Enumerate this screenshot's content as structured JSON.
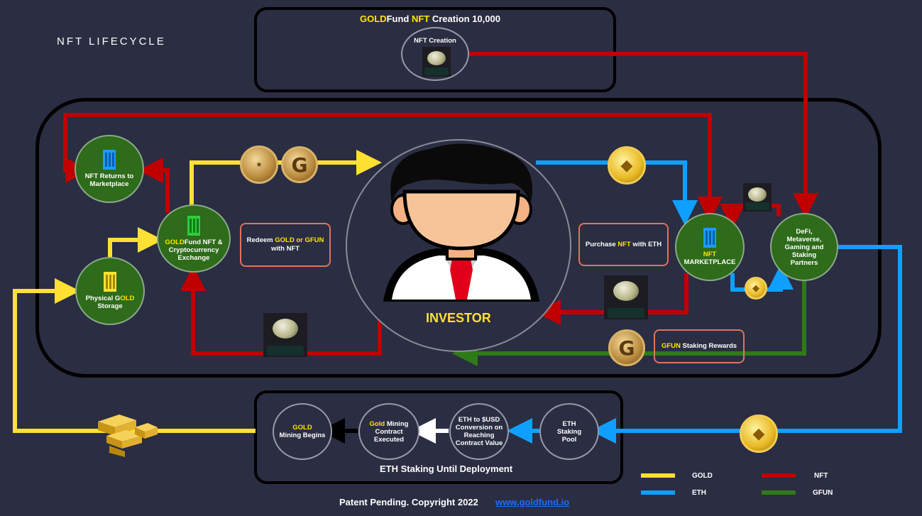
{
  "page_title": "NFT LIFECYCLE",
  "top_box": {
    "title_part1": "GOLD",
    "title_part2": "Fund ",
    "title_part3": "NFT",
    "title_part4": " Creation 10,000",
    "creation_label": "NFT Creation"
  },
  "nodes": {
    "returns": "NFT Returns to Marketplace",
    "exchange_a": "GOLD",
    "exchange_b": "Fund NFT & Cryptocurrency Exchange",
    "storage_a": "Physical G",
    "storage_b": "OLD",
    "storage_c": " Storage",
    "investor": "INVESTOR",
    "market_a": "NFT",
    "market_b": "MARKETPLACE",
    "defi": "DeFi, Metaverse, Gaming and Staking Partners",
    "eth_pool": "ETH Staking Pool",
    "eth_usd": "ETH to $USD Conversion on Reaching Contract Value",
    "contract_a": "Gold",
    "contract_b": " Mining Contract Executed",
    "mining_a": "GOLD",
    "mining_b": "Mining Begins"
  },
  "labels": {
    "redeem_a": "Redeem ",
    "redeem_b": "GOLD or GFUN",
    "redeem_c": " with NFT",
    "purchase_a": "Purchase ",
    "purchase_b": "NFT",
    "purchase_c": " with ETH",
    "staking_a": "GFUN",
    "staking_b": " Staking Rewards"
  },
  "bottom_box_title": "ETH Staking Until Deployment",
  "footer": {
    "text": "Patent Pending. Copyright 2022",
    "link": "www.goldfund.io"
  },
  "legend": [
    {
      "label": "GOLD",
      "color": "#ffe033"
    },
    {
      "label": "NFT",
      "color": "#c00000"
    },
    {
      "label": "ETH",
      "color": "#0fa0ff"
    },
    {
      "label": "GFUN",
      "color": "#2f7a18"
    }
  ],
  "icons": {
    "g_coin": "G",
    "eth_coin": "eth-diamond-icon",
    "building": "building-icon",
    "gold_bars": "gold-bars-icon"
  }
}
